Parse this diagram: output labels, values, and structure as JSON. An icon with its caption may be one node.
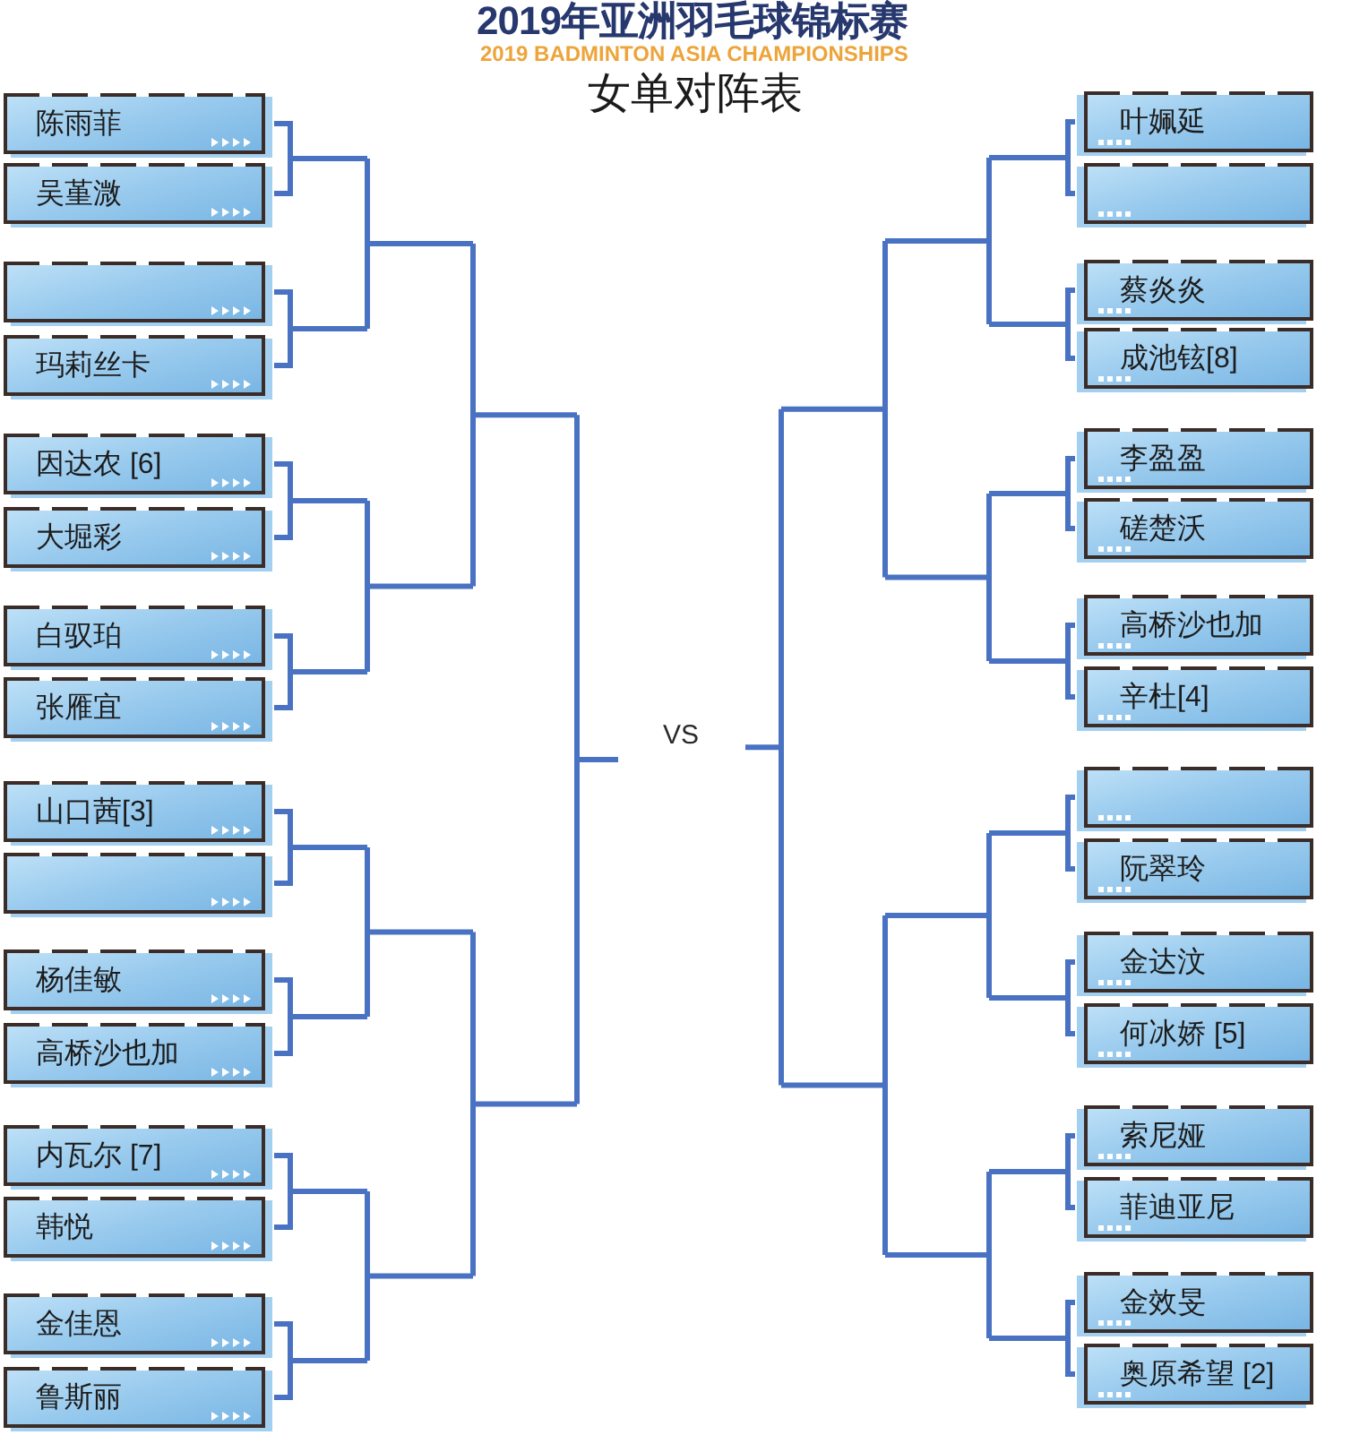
{
  "diagram": {
    "title": "2019年亚洲羽毛球锦标赛",
    "nodes": [
      {
        "text": [
          "陈雨菲"
        ]
      },
      {
        "text": [
          "吴堇溦"
        ]
      },
      {
        "text": [],
        "shape": "box"
      },
      {
        "text": [
          "玛莉丝卡"
        ]
      },
      {
        "text": [
          "因达农 [6]"
        ]
      },
      {
        "text": [
          "大堀彩"
        ]
      },
      {
        "text": [
          "白驭珀"
        ]
      },
      {
        "text": [
          "张雁宜"
        ]
      },
      {
        "text": [
          "山口茜[3]"
        ]
      },
      {
        "text": [],
        "shape": "box"
      },
      {
        "text": [
          "杨佳敏"
        ]
      },
      {
        "text": [
          "高桥沙也加"
        ]
      },
      {
        "text": [
          "内瓦尔 [7]"
        ]
      },
      {
        "text": [
          "韩悦"
        ]
      },
      {
        "text": [
          "金佳恩"
        ]
      },
      {
        "text": [
          "鲁斯丽"
        ]
      },
      {
        "text": [
          "叶姵延"
        ]
      },
      {
        "text": [],
        "shape": "box"
      },
      {
        "text": [
          "蔡炎炎"
        ]
      },
      {
        "text": [
          "成池铉[8]"
        ]
      },
      {
        "text": [
          "李盈盈"
        ]
      },
      {
        "text": [
          "磋楚沃"
        ]
      },
      {
        "text": [
          "高桥沙也加"
        ]
      },
      {
        "text": [
          "辛杜[4]"
        ]
      },
      {
        "text": [],
        "shape": "box"
      },
      {
        "text": [
          "阮翠玲"
        ]
      },
      {
        "text": [
          "金达汶"
        ]
      },
      {
        "text": [
          "何冰娇 [5]"
        ]
      },
      {
        "text": [
          "索尼娅"
        ]
      },
      {
        "text": [
          "菲迪亚尼"
        ]
      },
      {
        "text": [
          "金效旻"
        ]
      },
      {
        "text": [
          "奥原希望 [2]"
        ]
      }
    ],
    "labels": [
      "2019 BADMINTON ASIA CHAMPIONSHIPS",
      "女单对阵表",
      "VS"
    ]
  }
}
